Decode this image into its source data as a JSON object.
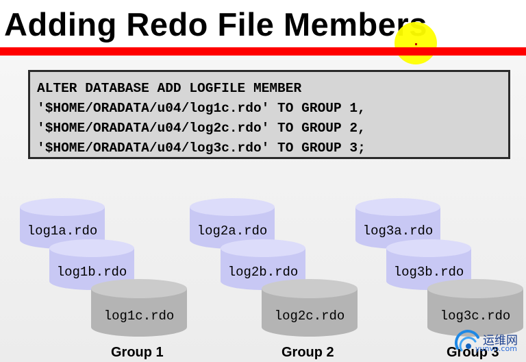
{
  "slide": {
    "title": "Adding Redo File Members"
  },
  "code": {
    "lines": [
      "ALTER DATABASE ADD LOGFILE MEMBER",
      "'$HOME/ORADATA/u04/log1c.rdo' TO GROUP 1,",
      "'$HOME/ORADATA/u04/log2c.rdo' TO GROUP 2,",
      "'$HOME/ORADATA/u04/log3c.rdo' TO GROUP 3;"
    ]
  },
  "groups": [
    {
      "label": "Group 1",
      "members": [
        "log1a.rdo",
        "log1b.rdo",
        "log1c.rdo"
      ]
    },
    {
      "label": "Group 2",
      "members": [
        "log2a.rdo",
        "log2b.rdo",
        "log2c.rdo"
      ]
    },
    {
      "label": "Group 3",
      "members": [
        "log3a.rdo",
        "log3b.rdo",
        "log3c.rdo"
      ]
    }
  ],
  "colors": {
    "title_bar": "#ff0000",
    "existing_member": "#c8c8f4",
    "new_member": "#b4b4b4",
    "highlight": "#ffff00"
  },
  "watermark": {
    "text": "运维网",
    "url": "yunvn.com"
  }
}
